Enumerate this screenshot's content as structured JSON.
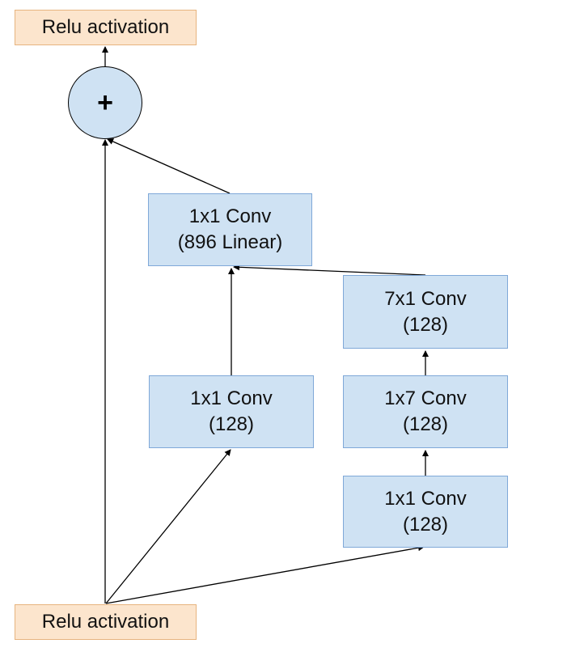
{
  "diagram": {
    "output_node": {
      "label": "Relu activation"
    },
    "input_node": {
      "label": "Relu activation"
    },
    "add_node": {
      "symbol": "+"
    },
    "conv_linear": {
      "line1": "1x1 Conv",
      "line2": "(896 Linear)"
    },
    "branch1_conv": {
      "line1": "1x1 Conv",
      "line2": "(128)"
    },
    "branch2_conv_1x1": {
      "line1": "1x1 Conv",
      "line2": "(128)"
    },
    "branch2_conv_1x7": {
      "line1": "1x7 Conv",
      "line2": "(128)"
    },
    "branch2_conv_7x1": {
      "line1": "7x1 Conv",
      "line2": "(128)"
    },
    "colors": {
      "io_fill": "#fce5cd",
      "io_border": "#e7b47f",
      "conv_fill": "#cfe2f3",
      "conv_border": "#7fa8d8",
      "edge": "#000000"
    }
  }
}
